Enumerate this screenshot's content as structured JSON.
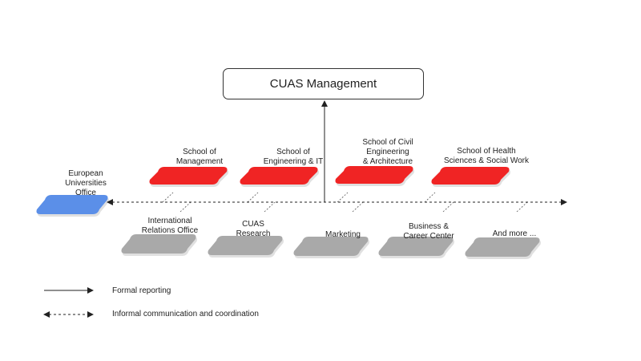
{
  "management": {
    "label": "CUAS Management"
  },
  "external_unit": {
    "lines": [
      "European",
      "Universities",
      "Office"
    ],
    "color": "#5b8fe8"
  },
  "schools": {
    "color": "#f02424",
    "items": [
      {
        "id": "management",
        "lines": [
          "School of",
          "Management"
        ]
      },
      {
        "id": "engineering-it",
        "lines": [
          "School of",
          "Engineering & IT"
        ]
      },
      {
        "id": "civil-engineering",
        "lines": [
          "School of Civil",
          "Engineering",
          "& Architecture"
        ]
      },
      {
        "id": "health-social",
        "lines": [
          "School of Health",
          "Sciences & Social Work"
        ]
      }
    ]
  },
  "services": {
    "color": "#a9a9a9",
    "items": [
      {
        "id": "international-relations",
        "lines": [
          "International",
          "Relations Office"
        ]
      },
      {
        "id": "cuas-research",
        "lines": [
          "CUAS",
          "Research"
        ]
      },
      {
        "id": "marketing",
        "lines": [
          "Marketing"
        ]
      },
      {
        "id": "business-career",
        "lines": [
          "Business &",
          "Career Center"
        ]
      },
      {
        "id": "and-more",
        "lines": [
          "And more ..."
        ]
      }
    ]
  },
  "legend": {
    "formal": "Formal reporting",
    "informal": "Informal communication and coordination"
  }
}
